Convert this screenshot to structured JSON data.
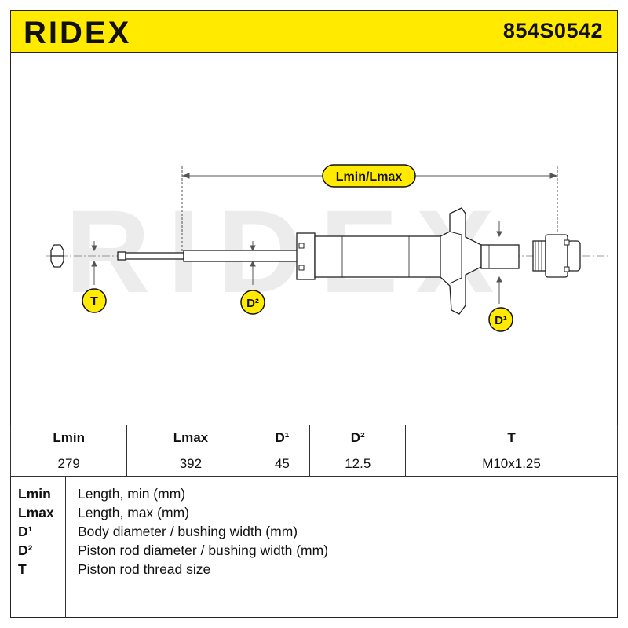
{
  "header": {
    "brand": "RIDEX",
    "part_number": "854S0542"
  },
  "diagram": {
    "dimension_label": "Lmin/Lmax",
    "badge_t": "T",
    "badge_d2": "D²",
    "badge_d1": "D¹",
    "watermark": "RIDEX",
    "accent_color": "#ffea00"
  },
  "table": {
    "headers": [
      "Lmin",
      "Lmax",
      "D¹",
      "D²",
      "T"
    ],
    "values": [
      "279",
      "392",
      "45",
      "12.5",
      "M10x1.25"
    ]
  },
  "legend": [
    {
      "key": "Lmin",
      "desc": "Length, min (mm)"
    },
    {
      "key": "Lmax",
      "desc": "Length, max (mm)"
    },
    {
      "key": "D¹",
      "desc": "Body diameter / bushing width (mm)"
    },
    {
      "key": "D²",
      "desc": "Piston rod diameter / bushing width (mm)"
    },
    {
      "key": "T",
      "desc": "Piston rod thread size"
    }
  ]
}
